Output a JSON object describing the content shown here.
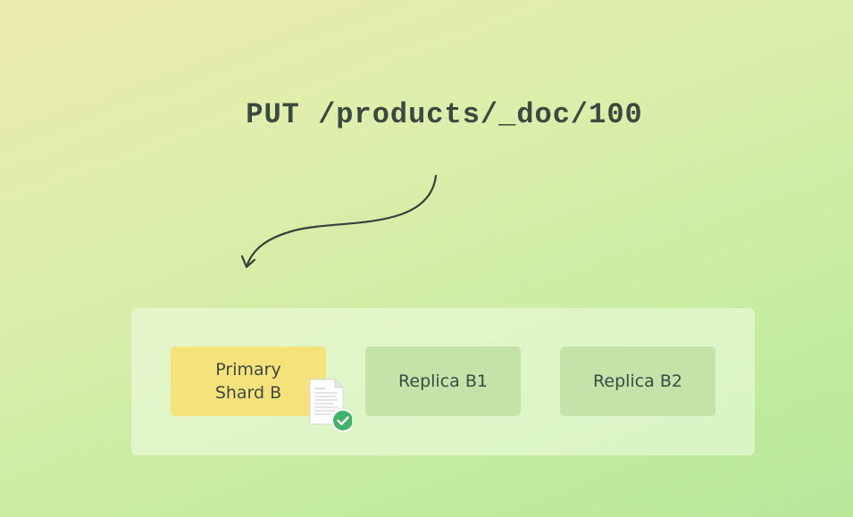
{
  "request": {
    "text": "PUT /products/_doc/100"
  },
  "shards": {
    "primary": "Primary\nShard B",
    "replica_1": "Replica B1",
    "replica_2": "Replica B2"
  },
  "icons": {
    "document": "document-icon",
    "check": "check-icon",
    "arrow": "curved-arrow"
  },
  "colors": {
    "primary_shard": "#f5e27a",
    "replica_shard": "#c3e3a9",
    "text": "#3d4a44",
    "check_badge": "#3fb46a"
  }
}
